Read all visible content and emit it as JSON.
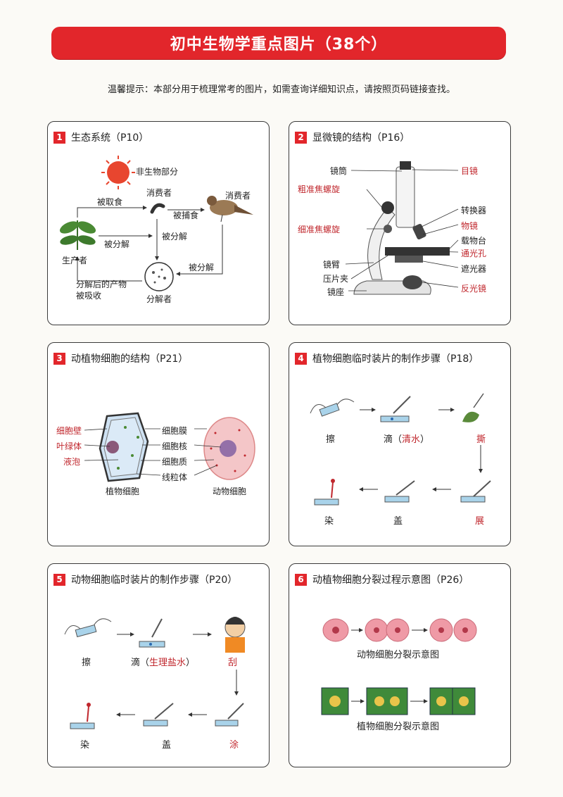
{
  "header": {
    "title": "初中生物学重点图片（38个）"
  },
  "tip": "温馨提示：本部分用于梳理常考的图片，如需查询详细知识点，请按照页码链接查找。",
  "cards": {
    "c1": {
      "num": "1",
      "title": "生态系统（P10）",
      "labels": {
        "abiotic": "非生物部分",
        "consumer1": "消费者",
        "consumer2": "消费者",
        "eaten": "被取食",
        "preyed": "被捕食",
        "decomposed1": "被分解",
        "decomposed2": "被分解",
        "decomposed3": "被分解",
        "producer": "生产者",
        "absorbed1": "分解后的产物",
        "absorbed2": "被吸收",
        "decomposer": "分解者"
      }
    },
    "c2": {
      "num": "2",
      "title": "显微镜的结构（P16）",
      "labels": {
        "tube": "镜筒",
        "coarse": "粗准焦螺旋",
        "fine": "细准焦螺旋",
        "arm": "镜臂",
        "clip": "压片夹",
        "base": "镜座",
        "eyepiece": "目镜",
        "converter": "转换器",
        "objective": "物镜",
        "stage": "载物台",
        "hole": "通光孔",
        "diaphragm": "遮光器",
        "mirror": "反光镜"
      }
    },
    "c3": {
      "num": "3",
      "title": "动植物细胞的结构（P21）",
      "labels": {
        "wall": "细胞壁",
        "chloro": "叶绿体",
        "vacuole": "液泡",
        "membrane": "细胞膜",
        "nucleus": "细胞核",
        "cytoplasm": "细胞质",
        "mito": "线粒体",
        "plant": "植物细胞",
        "animal": "动物细胞"
      }
    },
    "c4": {
      "num": "4",
      "title": "植物细胞临时装片的制作步骤（P18）",
      "steps": {
        "s1": "擦",
        "s2a": "滴（",
        "s2b": "清水",
        "s2c": "）",
        "s3": "撕",
        "s4": "展",
        "s5": "盖",
        "s6": "染"
      }
    },
    "c5": {
      "num": "5",
      "title": "动物细胞临时装片的制作步骤（P20）",
      "steps": {
        "s1": "擦",
        "s2a": "滴（",
        "s2b": "生理盐水",
        "s2c": "）",
        "s3": "刮",
        "s4": "涂",
        "s5": "盖",
        "s6": "染"
      }
    },
    "c6": {
      "num": "6",
      "title": "动植物细胞分裂过程示意图（P26）",
      "labels": {
        "animal": "动物细胞分裂示意图",
        "plant": "植物细胞分裂示意图"
      }
    }
  },
  "colors": {
    "accent": "#e2262b",
    "label_red": "#c0272d"
  }
}
